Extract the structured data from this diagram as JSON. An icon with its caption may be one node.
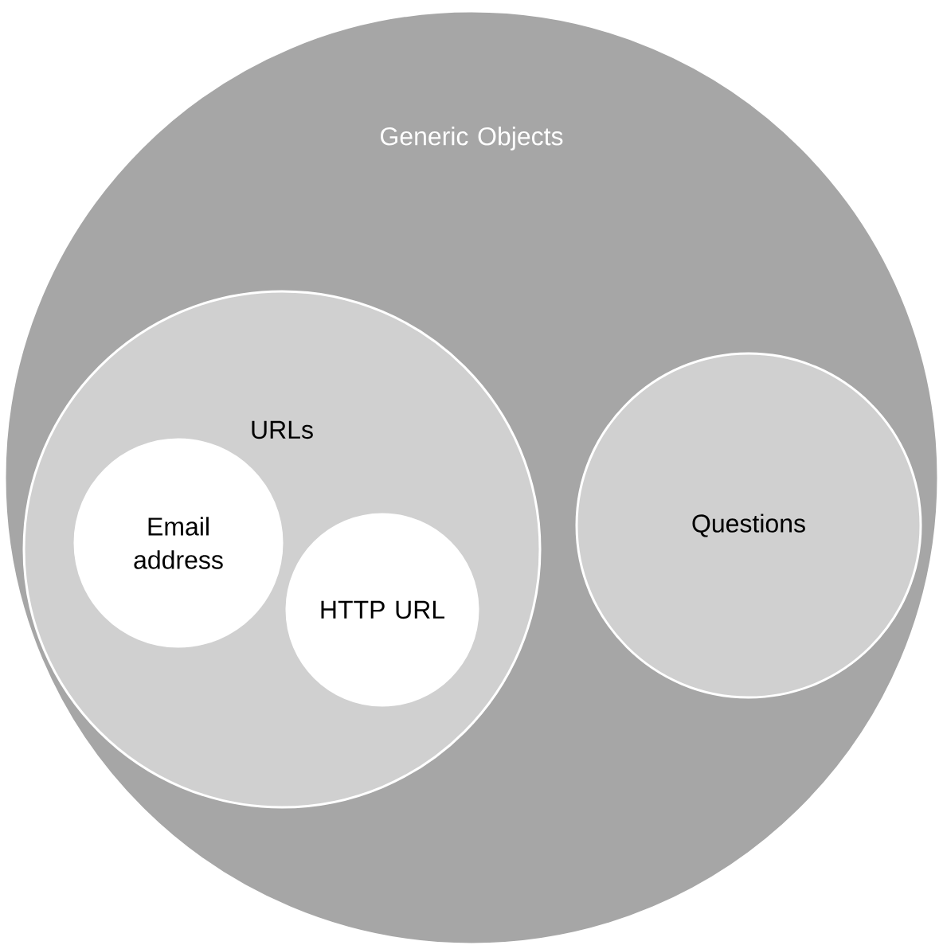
{
  "diagram": {
    "nodes": [
      {
        "text": [
          "Generic Objects"
        ]
      },
      {
        "text": [
          "URLs"
        ],
        "in": 0
      },
      {
        "text": [
          "Email address"
        ],
        "in": 1
      },
      {
        "text": [
          "HTTP URL"
        ],
        "in": 1
      },
      {
        "text": [
          "Questions"
        ],
        "in": 0
      }
    ]
  }
}
